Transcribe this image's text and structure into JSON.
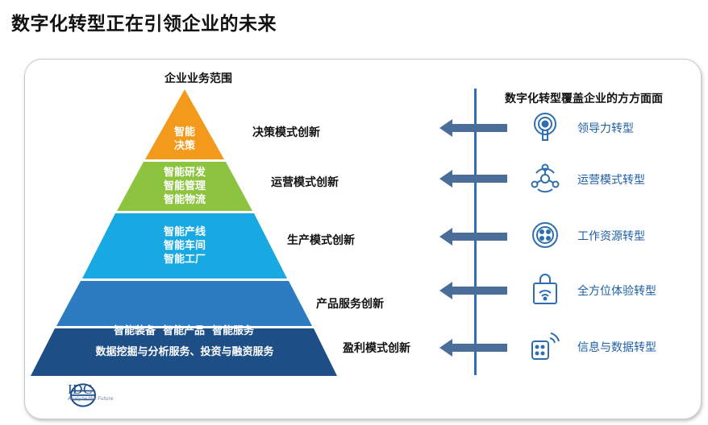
{
  "title": "数字化转型正在引领企业的未来",
  "pyramid": {
    "heading": "企业业务范围",
    "tiers": [
      {
        "lines": [
          "智能",
          "决策"
        ],
        "color": "#f39a1d"
      },
      {
        "lines": [
          "智能研发",
          "智能管理",
          "智能物流"
        ],
        "color": "#8dc43f"
      },
      {
        "lines": [
          "智能产线",
          "智能车间",
          "智能工厂"
        ],
        "color": "#19a9e2"
      },
      {
        "lines": [
          "智能装备  智能产品  智能服务"
        ],
        "color": "#2d7bc0"
      },
      {
        "lines": [
          "数据挖掘与分析服务、投资与融资服务"
        ],
        "color": "#1d4f86"
      }
    ]
  },
  "innovations": [
    "决策模式创新",
    "运营模式创新",
    "生产模式创新",
    "产品服务创新",
    "盈利模式创新"
  ],
  "aspects": {
    "heading": "数字化转型覆盖企业的方方面面",
    "line_color": "#2a6fb7",
    "arrow_color": "#4a6d99",
    "items": [
      {
        "label": "领导力转型",
        "icon": "leader-icon"
      },
      {
        "label": "运营模式转型",
        "icon": "network-icon"
      },
      {
        "label": "工作资源转型",
        "icon": "resource-icon"
      },
      {
        "label": "全方位体验转型",
        "icon": "shopping-bag-wifi-icon"
      },
      {
        "label": "信息与数据转型",
        "icon": "data-signal-icon"
      }
    ]
  },
  "logo": {
    "text": "IDC",
    "sub": "Analyze the Future"
  }
}
